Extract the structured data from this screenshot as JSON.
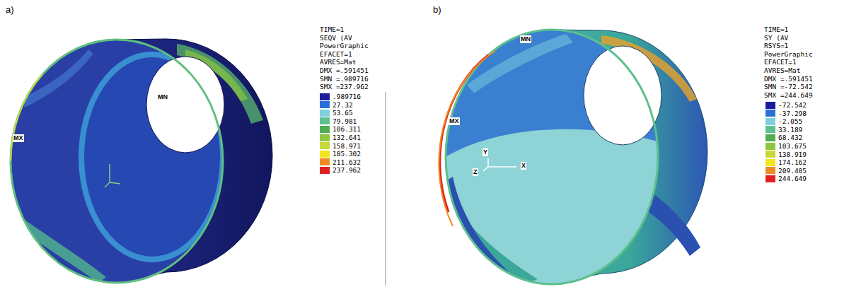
{
  "diagram": {
    "labels": [
      "a)",
      "TIME=1",
      "SEQV (AV",
      "PowerGraphic",
      "EFACET=1",
      "AVRES=Mat",
      "DMX =.591451",
      "SMN =.989716",
      "SMX =237.962",
      "MN",
      "MX",
      "b)",
      "TIME=1",
      "SY (AV",
      "RSYS=1",
      "PowerGraphic",
      "EFACET=1",
      "AVRES=Mat",
      "DMX =.591451",
      "SMN =-72.542",
      "SMX =244.649",
      "MN",
      "MX",
      "Y",
      "X",
      "Z"
    ],
    "legend": [
      {
        "text": ".989716",
        "color": "#1c1c9c"
      },
      {
        "text": "27.32",
        "color": "#2a6fd6"
      },
      {
        "text": "53.65",
        "color": "#7fd0dc"
      },
      {
        "text": "79.981",
        "color": "#5dc08f"
      },
      {
        "text": "106.311",
        "color": "#4fae4f"
      },
      {
        "text": "132.641",
        "color": "#8cc63f"
      },
      {
        "text": "158.971",
        "color": "#c8d93a"
      },
      {
        "text": "185.302",
        "color": "#f2e51c"
      },
      {
        "text": "211.632",
        "color": "#f08a24"
      },
      {
        "text": "237.962",
        "color": "#e02020"
      },
      {
        "text": "-72.542",
        "color": "#1c1c9c"
      },
      {
        "text": "-37.298",
        "color": "#2a6fd6"
      },
      {
        "text": "-2.055",
        "color": "#7fd0dc"
      },
      {
        "text": "33.189",
        "color": "#5dc08f"
      },
      {
        "text": "68.432",
        "color": "#4fae4f"
      },
      {
        "text": "103.675",
        "color": "#8cc63f"
      },
      {
        "text": "138.919",
        "color": "#c8d93a"
      },
      {
        "text": "174.162",
        "color": "#f2e51c"
      },
      {
        "text": "209.405",
        "color": "#f08a24"
      },
      {
        "text": "244.649",
        "color": "#e02020"
      }
    ]
  }
}
